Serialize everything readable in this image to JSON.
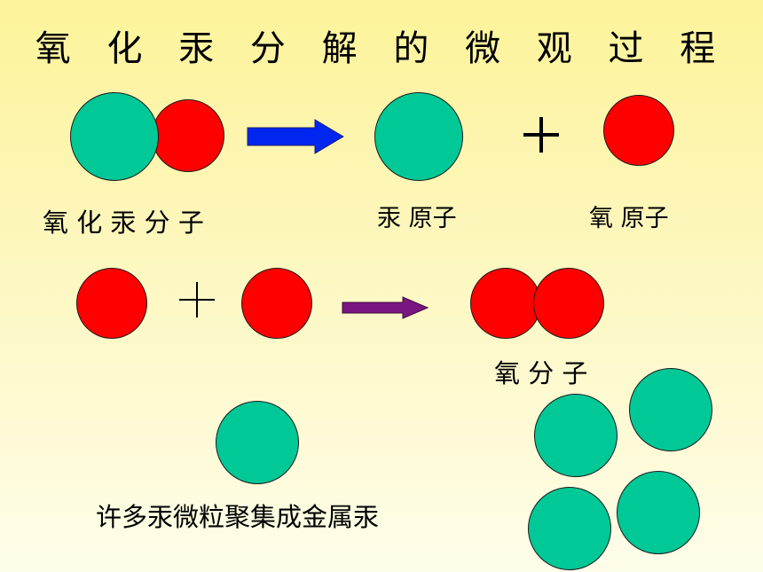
{
  "title": "氧 化 汞 分 解 的 微 观 过 程",
  "labels": {
    "hgo_molecule": "氧 化 汞 分 子",
    "hg_atom": "汞 原子",
    "o_atom": "氧 原子",
    "o2_molecule": "氧 分 子",
    "caption": "许多汞微粒聚集成金属汞"
  },
  "colors": {
    "mercury": "#00c896",
    "oxygen": "#ff0000",
    "arrow_blue": "#0026f0",
    "arrow_purple": "#7a1682",
    "text": "#000000"
  }
}
